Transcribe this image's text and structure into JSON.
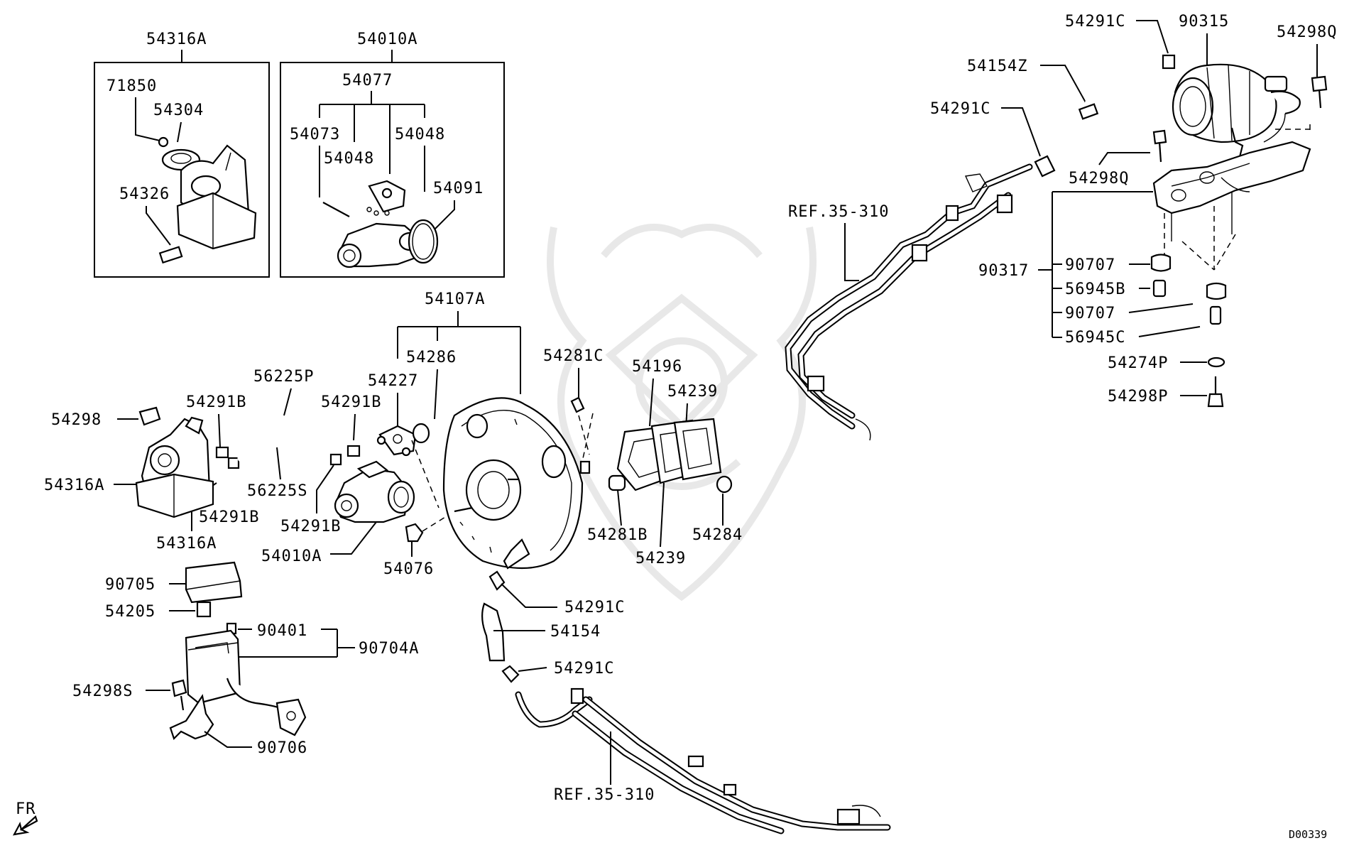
{
  "labels": {
    "l_54316A_top": "54316A",
    "l_54010A_top": "54010A",
    "l_71850": "71850",
    "l_54304": "54304",
    "l_54326": "54326",
    "l_54077": "54077",
    "l_54073": "54073",
    "l_54048a": "54048",
    "l_54048b": "54048",
    "l_54091": "54091",
    "l_54107A": "54107A",
    "l_54286": "54286",
    "l_54227": "54227",
    "l_56225P": "56225P",
    "l_54298": "54298",
    "l_54291B_a": "54291B",
    "l_54291B_b": "54291B",
    "l_54316A_mid": "54316A",
    "l_54291B_c": "54291B",
    "l_56225S": "56225S",
    "l_54316A_bot": "54316A",
    "l_54291B_d": "54291B",
    "l_54010A_bot": "54010A",
    "l_54076": "54076",
    "l_54281C": "54281C",
    "l_54196": "54196",
    "l_54239_a": "54239",
    "l_54281B": "54281B",
    "l_54284": "54284",
    "l_54239_b": "54239",
    "l_54291C_mid": "54291C",
    "l_54154": "54154",
    "l_54291C_low": "54291C",
    "l_90705": "90705",
    "l_54205": "54205",
    "l_90401": "90401",
    "l_90704A": "90704A",
    "l_54298S": "54298S",
    "l_90706": "90706",
    "l_ref_bottom": "REF.35-310",
    "l_ref_top": "REF.35-310",
    "l_54291C_tr": "54291C",
    "l_90315": "90315",
    "l_54298Q_tr": "54298Q",
    "l_54154Z": "54154Z",
    "l_54291C_tl": "54291C",
    "l_54298Q_mid": "54298Q",
    "l_90317": "90317",
    "l_90707_a": "90707",
    "l_56945B": "56945B",
    "l_90707_b": "90707",
    "l_56945C": "56945C",
    "l_54274P": "54274P",
    "l_54298P": "54298P",
    "fr": "FR",
    "code": "D00339"
  }
}
